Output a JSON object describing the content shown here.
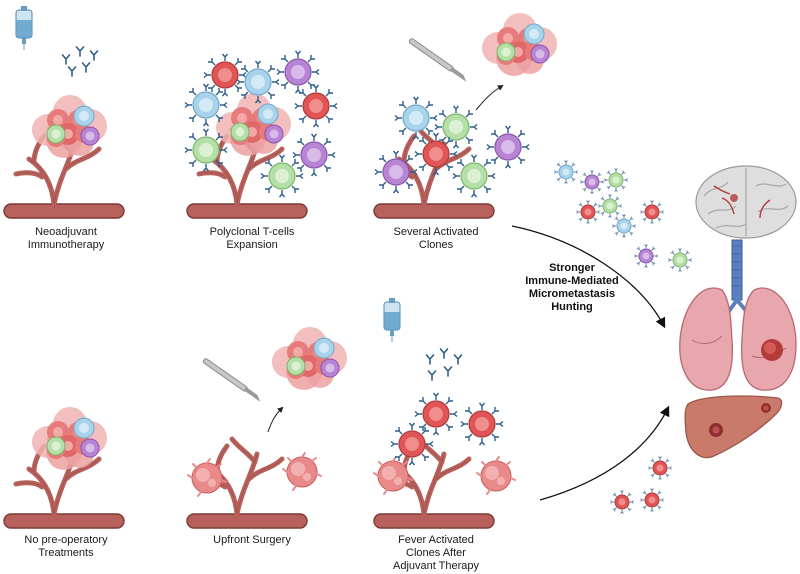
{
  "captions": {
    "neoadjuvant": [
      "Neoadjuvant",
      "Immunotherapy"
    ],
    "polyclonal": [
      "Polyclonal T-cells",
      "Expansion"
    ],
    "several": [
      "Several Activated",
      "Clones"
    ],
    "no_preop": [
      "No pre-operatory",
      "Treatments"
    ],
    "upfront": [
      "Upfront Surgery"
    ],
    "fever": [
      "Fever Activated",
      "Clones After",
      "Adjuvant Therapy"
    ]
  },
  "center_label": [
    "Stronger",
    "Immune-Mediated",
    "Micrometastasis",
    "Hunting"
  ],
  "colors": {
    "vessel": "#b8615c",
    "vessel_edge": "#7a3a37",
    "tumor": "#e88f8f",
    "cell_red": "#e05555",
    "cell_blue": "#a9d3ea",
    "cell_green": "#b4dfa6",
    "cell_purple": "#b785d4",
    "antibody": "#2e5f8a",
    "lung": "#e7a7ac",
    "trachea": "#5c7fbf",
    "liver": "#c97a6a",
    "brain": "#d9d9d9"
  }
}
